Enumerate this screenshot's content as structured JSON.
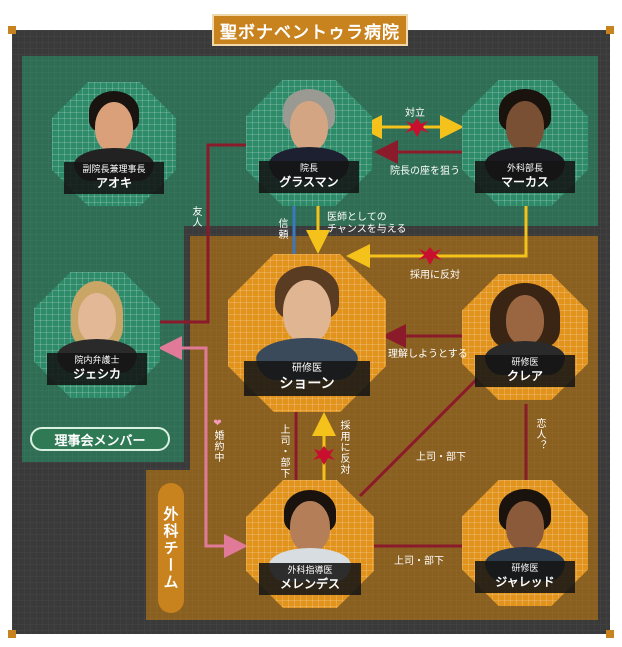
{
  "title": "聖ボナベントゥラ病院",
  "board_label": "理事会メンバー",
  "surgery_label": "外科チーム",
  "characters": {
    "aoki": {
      "role": "副院長兼理事長",
      "name": "アオキ"
    },
    "glassman": {
      "role": "院長",
      "name": "グラスマン"
    },
    "marcus": {
      "role": "外科部長",
      "name": "マーカス"
    },
    "jessica": {
      "role": "院内弁護士",
      "name": "ジェシカ"
    },
    "shaun": {
      "role": "研修医",
      "name": "ショーン"
    },
    "claire": {
      "role": "研修医",
      "name": "クレア"
    },
    "melendez": {
      "role": "外科指導医",
      "name": "メレンデス"
    },
    "jared": {
      "role": "研修医",
      "name": "ジャレッド"
    }
  },
  "relations": {
    "oppose": "対立",
    "aim_seat": "院長の座を狙う",
    "friend": "友人",
    "trust": "信頼",
    "chance": "医師としての\nチャンスを与える",
    "hire_oppose": "採用に反対",
    "understand": "理解しようとする",
    "engaged": "婚約中",
    "engaged_mark": "❤",
    "boss1": "上司・部下",
    "boss2": "上司・部下",
    "boss3": "上司・部下",
    "hire_oppose2": "採用に反対",
    "lovers": "恋人？"
  },
  "colors": {
    "board": "#2f6e55",
    "surgery": "#8a6020",
    "frame": "#3a3a3a",
    "red_line": "#8b1a2a",
    "yellow_line": "#f4c21a",
    "blue_line": "#3a78c0",
    "pink_line": "#e07a98"
  }
}
